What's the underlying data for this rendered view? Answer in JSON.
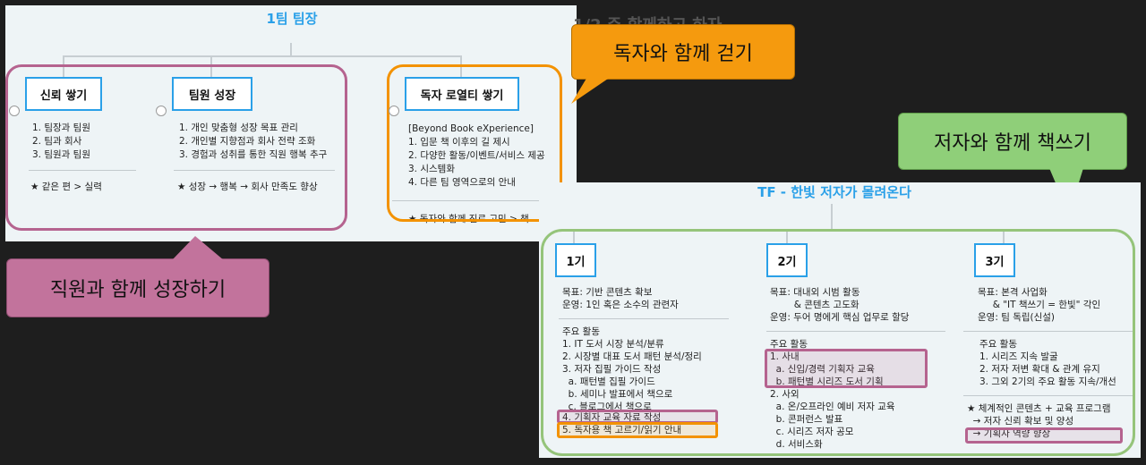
{
  "panel1": {
    "title": "1팀 팀장",
    "ghost_title": "1/2 주 함께하고 하자",
    "col1": {
      "header": "신뢰 쌓기",
      "items": [
        "1. 팀장과 팀원",
        "2. 팀과 회사",
        "3. 팀원과 팀원"
      ],
      "note": "★ 같은 편 > 실력"
    },
    "col2": {
      "header": "팀원 성장",
      "items": [
        "1. 개인 맞춤형 성장 목표 관리",
        "2. 개인별 지향점과 회사 전략 조화",
        "3. 경험과 성취를 통한 직원 행복 추구"
      ],
      "note": "★ 성장 → 행복 → 회사 만족도 향상"
    },
    "col3": {
      "header": "독자 로열티 쌓기",
      "items": [
        "[Beyond Book eXperience]",
        "1. 입문 책 이후의 길 제시",
        "2. 다양한 활동/이벤트/서비스 제공",
        "3. 시스템화",
        "4. 다른 팀 영역으로의 안내"
      ],
      "note": "★ 독자와 함께 진로 고민 > 책"
    }
  },
  "callouts": {
    "reader": "독자와 함께 걷기",
    "author": "저자와 함께 책쓰기",
    "staff": "직원과 함께 성장하기"
  },
  "panel2": {
    "title": "TF - 한빛 저자가 몰려온다",
    "phase1": {
      "header": "1기",
      "goal": [
        "목표: 기반 콘텐츠 확보",
        "운영: 1인 혹은 소수의 관련자"
      ],
      "activities": [
        "주요 활동",
        "1. IT 도서 시장 분석/분류",
        "2. 시장별 대표 도서 패턴 분석/정리",
        "3. 저자 집필 가이드 작성",
        "  a. 패턴별 집필 가이드",
        "  b. 세미나 발표에서 책으로",
        "  c. 블로그에서 책으로",
        "4. 기획자 교육 자료 작성",
        "5. 독자용 책 고르기/읽기 안내"
      ]
    },
    "phase2": {
      "header": "2기",
      "goal": [
        "목표: 대내외 시범 활동",
        "        & 콘텐츠 고도화",
        "운영: 두어 명에게 핵심 업무로 할당"
      ],
      "activities": [
        "주요 활동",
        "1. 사내",
        "  a. 신입/경력 기획자 교육",
        "  b. 패턴별 시리즈 도서 기획",
        "2. 사외",
        "  a. 온/오프라인 예비 저자 교육",
        "  b. 콘퍼런스 발표",
        "  c. 시리즈 저자 공모",
        "  d. 서비스화"
      ]
    },
    "phase3": {
      "header": "3기",
      "goal": [
        "목표: 본격 사업화",
        "     & \"IT 책쓰기 = 한빛\" 각인",
        "운영: 팀 독립(신설)"
      ],
      "activities": [
        "주요 활동",
        "1. 시리즈 지속 발굴",
        "2. 저자 저변 확대 & 관계 유지",
        "3. 그외 2기의 주요 활동 지속/개선"
      ],
      "notes": [
        "★ 체계적인 콘텐츠 + 교육 프로그램",
        "  → 저자 신뢰 확보 및 양성",
        "  → 기획자 역량 향상"
      ]
    }
  },
  "colors": {
    "accent_blue": "#2aa0e8",
    "frame_pink": "#b5638f",
    "frame_orange": "#f39200",
    "frame_green": "#95c47a",
    "callout_orange": "#f59a0e",
    "callout_green": "#8fcf79",
    "callout_pink": "#c2739c"
  }
}
